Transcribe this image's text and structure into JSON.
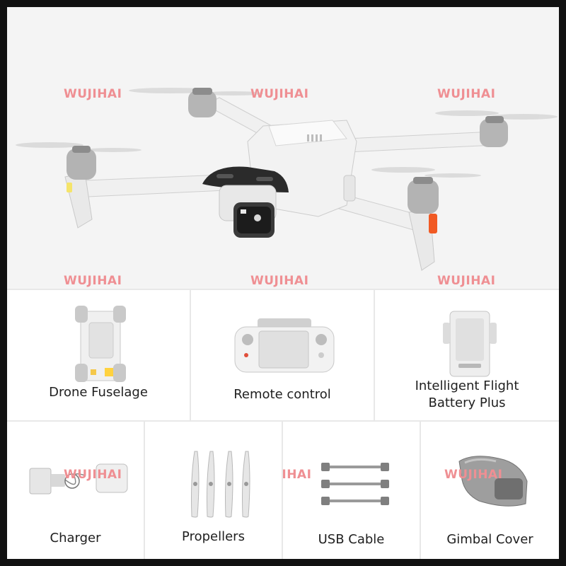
{
  "watermark": "WUJIHAI",
  "items": {
    "fuselage": "Drone Fuselage",
    "remote": "Remote control",
    "battery_line1": "Intelligent Flight",
    "battery_line2": "Battery Plus",
    "charger": "Charger",
    "propellers": "Propellers",
    "usb": "USB Cable",
    "gimbal": "Gimbal Cover"
  },
  "colors": {
    "watermark": "#ef8f93",
    "accent_orange": "#f15a24",
    "drone_body": "#f2f2f2",
    "motor_grey": "#a9a9a9"
  }
}
